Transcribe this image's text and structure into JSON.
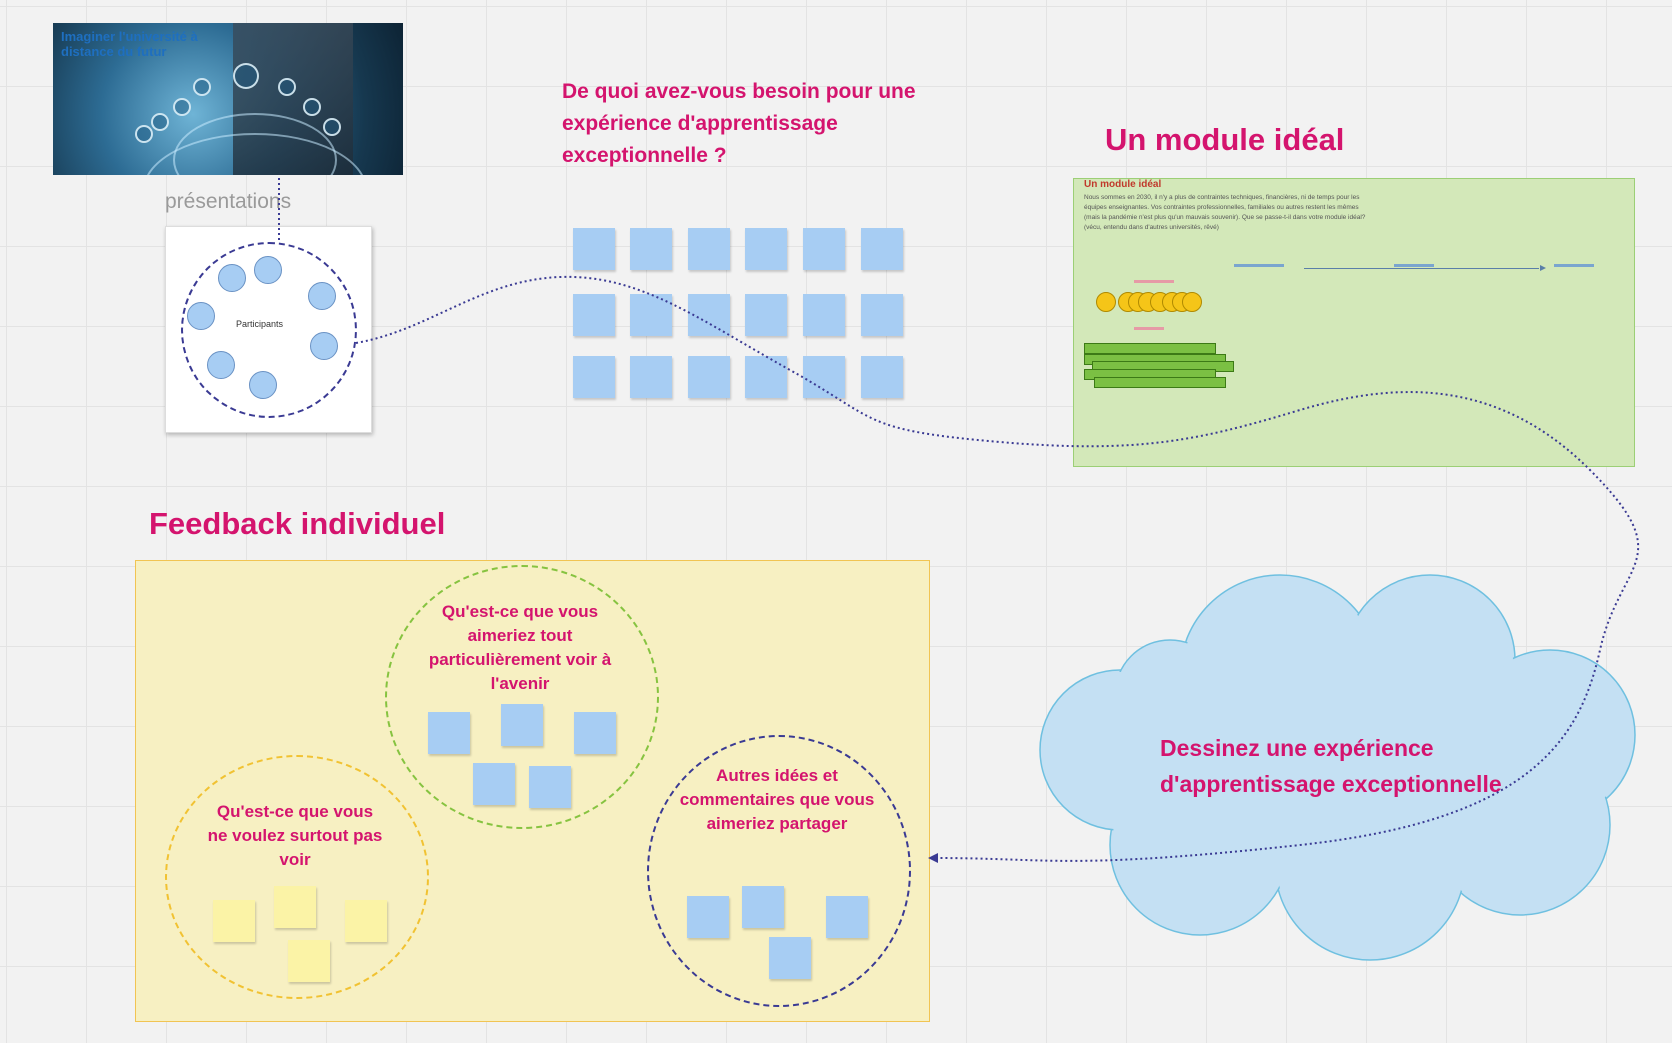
{
  "banner": {
    "title": "Imaginer l'université à distance du futur"
  },
  "presentations": {
    "label": "présentations",
    "circle_label": "Participants"
  },
  "needs": {
    "heading": "De quoi avez-vous besoin pour une expérience d'apprentissage exceptionnelle ?"
  },
  "module": {
    "heading": "Un module idéal",
    "frame_title": "Un module idéal",
    "frame_text": "Nous sommes en 2030, il n'y a plus de contraintes techniques, financières, ni de temps pour les équipes enseignantes. Vos contraintes professionnelles, familiales ou autres restent les mêmes (mais la pandémie n'est plus qu'un mauvais souvenir). Que se passe-t-il dans votre module idéal? (vécu, entendu dans d'autres universités, rêvé)"
  },
  "cloud": {
    "text": "Dessinez une expérience d'apprentissage exceptionnelle"
  },
  "feedback": {
    "heading": "Feedback individuel",
    "q_future": "Qu'est-ce que vous aimeriez tout particulièrement voir à l'avenir",
    "q_not": "Qu'est-ce que vous ne voulez surtout pas voir",
    "q_other": "Autres idées et commentaires que vous aimeriez partager"
  },
  "colors": {
    "accent": "#d4146e",
    "sticky_blue": "#a7cdf3",
    "sticky_yellow": "#fbf3a6",
    "frame_green": "#d3e8b9",
    "frame_yellow": "#f7f0c2",
    "cloud_blue": "#c4e0f3",
    "connector": "#3a3a93"
  }
}
